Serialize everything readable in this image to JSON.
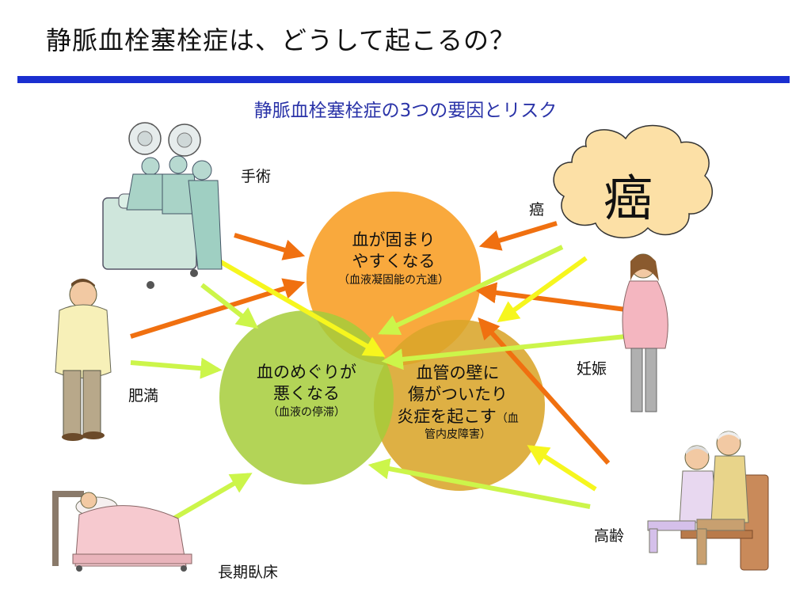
{
  "title": "静脈血栓塞栓症は、どうして起こるの？",
  "subtitle": "静脈血栓塞栓症の3つの要因とリスク",
  "circles": {
    "top": {
      "line1": "血が固まり",
      "line2": "やすくなる",
      "note": "（血液凝固能の亢進）"
    },
    "left": {
      "line1": "血のめぐりが",
      "line2": "悪くなる",
      "note": "（血液の停滞）"
    },
    "right": {
      "line1": "血管の壁に",
      "line2": "傷がついたり",
      "line3": "炎症を起こす",
      "note_a": "（血",
      "note_b": "管内皮障害）"
    }
  },
  "risks": {
    "surgery": "手術",
    "cancer": "癌",
    "cancer_cloud": "癌",
    "obesity": "肥満",
    "pregnancy": "妊娠",
    "elderly": "高齢",
    "bedrest": "長期臥床"
  },
  "colors": {
    "rule": "#1a2fd0",
    "subtitle": "#2a33a8",
    "circle_top": "#f8a22c",
    "circle_left": "#a6cc3a",
    "circle_right": "#d9a52a",
    "arrow_orange": "#f07010",
    "arrow_lime": "#ccf54a",
    "arrow_yellow": "#f6f61e",
    "cloud": "#fce0a6"
  }
}
